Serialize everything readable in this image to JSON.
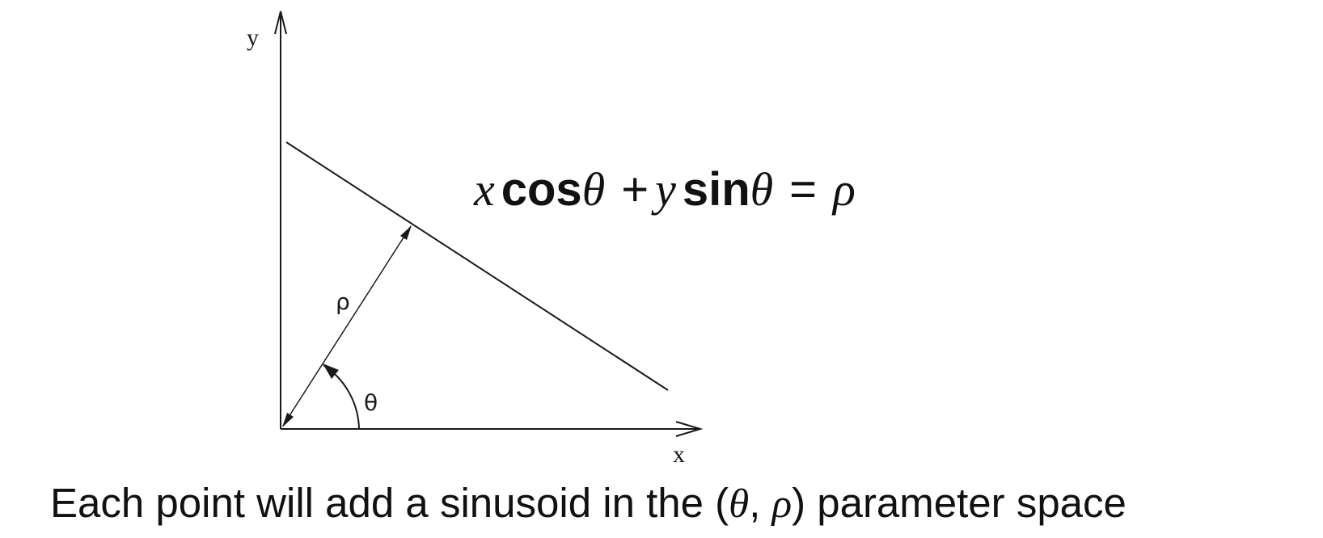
{
  "axes": {
    "x_label": "x",
    "y_label": "y"
  },
  "diagram_labels": {
    "rho": "ρ",
    "theta": "θ"
  },
  "equation": {
    "x": "x",
    "cos": "cos",
    "theta1": "θ",
    "plus": "+",
    "y": "y",
    "sin": "sin",
    "theta2": "θ",
    "equals": "=",
    "rho": "ρ"
  },
  "caption": {
    "before": "Each point will add a sinusoid in the (",
    "theta": "θ",
    "comma": ", ",
    "rho": "ρ",
    "after": ") parameter space"
  }
}
